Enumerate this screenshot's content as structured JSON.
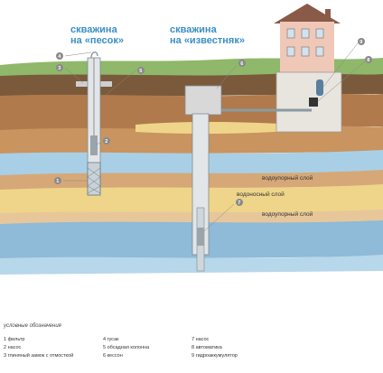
{
  "titles": {
    "sand_well_line1": "скважина",
    "sand_well_line2": "на «песок»",
    "limestone_well_line1": "скважина",
    "limestone_well_line2": "на «известняк»"
  },
  "layer_labels": {
    "aquiclude_1": "водоупорный слой",
    "aquifer": "водоносный слой",
    "aquiclude_2": "водоупорный слой"
  },
  "markers": [
    "1",
    "2",
    "3",
    "4",
    "5",
    "6",
    "7",
    "8",
    "9"
  ],
  "legend": {
    "title": "условные обозначения",
    "columns": [
      [
        "1 фильтр",
        "2 насос",
        "3 глиняный замок с отмосткой"
      ],
      [
        "4 гусак",
        "5 обсадная колонна",
        "6 кессон"
      ],
      [
        "7 насос",
        "8 автоматика",
        "9 гидроаккумулятор"
      ]
    ]
  },
  "colors": {
    "sky": "#ffffff",
    "grass": "#8fb86a",
    "topsoil": "#7a5a3a",
    "clay_brown": "#b07a4c",
    "water_blue": "#a9cfe6",
    "sand_yellow": "#efd58a",
    "limestone_blue": "#8fbad8",
    "house_wall": "#f0c8b8",
    "roof": "#8a5a48",
    "marker": "#8a8a8a",
    "title_blue": "#3b8fc4"
  }
}
